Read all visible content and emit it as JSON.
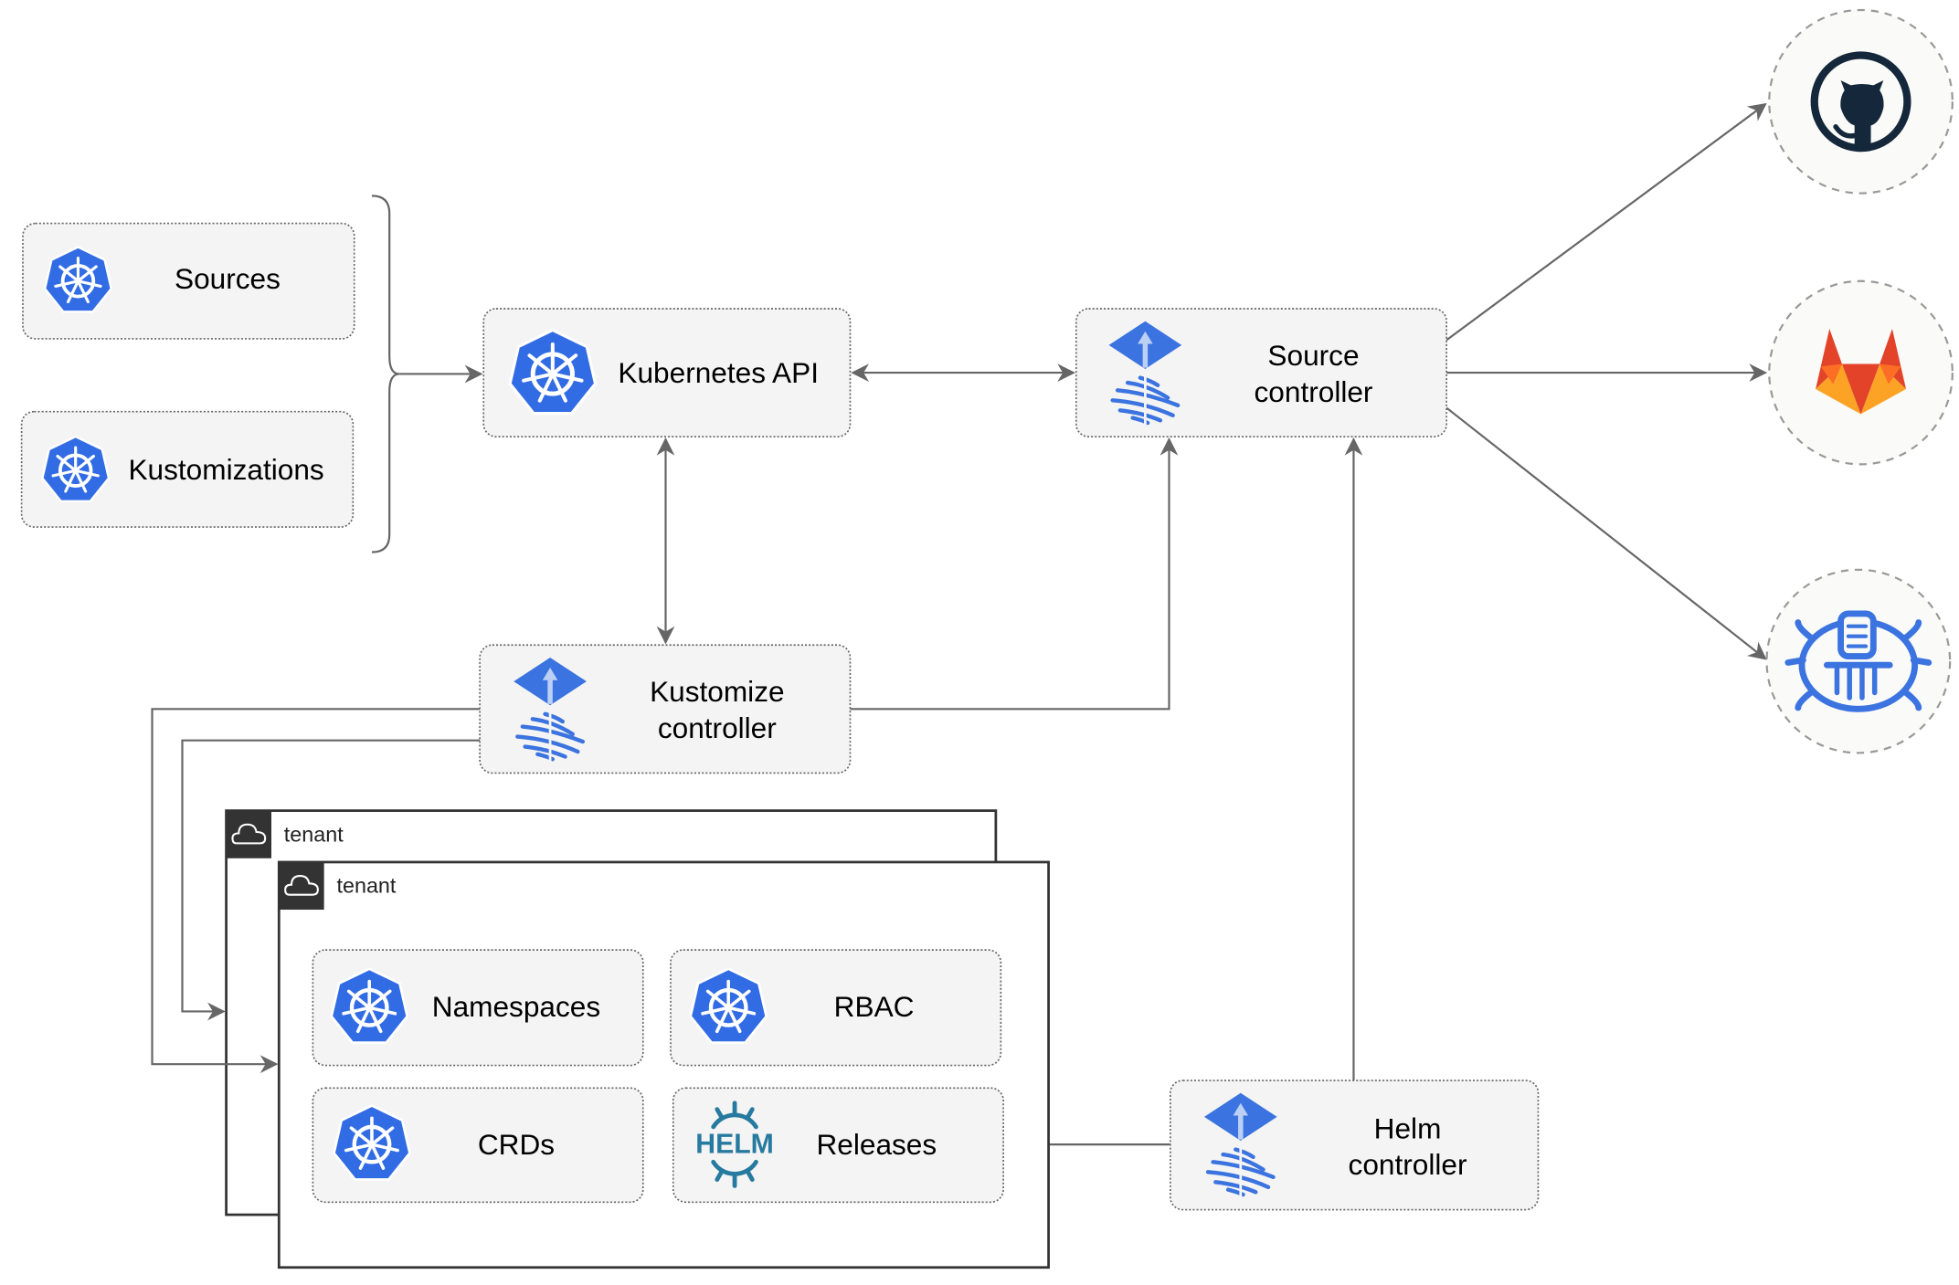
{
  "colors": {
    "kubernetes_blue": "#326ce5",
    "flux_blue": "#3b73e0",
    "helm_teal": "#277a9f",
    "github_dark": "#15273a",
    "gitlab_orange": "#e24329",
    "gitlab_light": "#fca326",
    "edge_gray": "#666666"
  },
  "inputs": {
    "sources": {
      "label": "Sources",
      "icon": "kubernetes-icon"
    },
    "kustomizations": {
      "label": "Kustomizations",
      "icon": "kubernetes-icon"
    }
  },
  "kubernetes_api": {
    "label": "Kubernetes API",
    "icon": "kubernetes-icon"
  },
  "source_controller": {
    "line1": "Source",
    "line2": "controller",
    "icon": "flux-icon"
  },
  "kustomize_controller": {
    "line1": "Kustomize",
    "line2": "controller",
    "icon": "flux-icon"
  },
  "helm_controller": {
    "line1": "Helm",
    "line2": "controller",
    "icon": "flux-icon"
  },
  "tenants": [
    {
      "label": "tenant",
      "icon": "cloud-icon"
    },
    {
      "label": "tenant",
      "icon": "cloud-icon"
    }
  ],
  "tenant_resources": {
    "namespaces": {
      "label": "Namespaces",
      "icon": "kubernetes-icon"
    },
    "rbac": {
      "label": "RBAC",
      "icon": "kubernetes-icon"
    },
    "crds": {
      "label": "CRDs",
      "icon": "kubernetes-icon"
    },
    "releases": {
      "label": "Releases",
      "icon": "helm-icon",
      "logo_text": "HELM"
    }
  },
  "external_sources": [
    {
      "icon": "github-icon"
    },
    {
      "icon": "gitlab-icon"
    },
    {
      "icon": "bucket-icon"
    }
  ]
}
